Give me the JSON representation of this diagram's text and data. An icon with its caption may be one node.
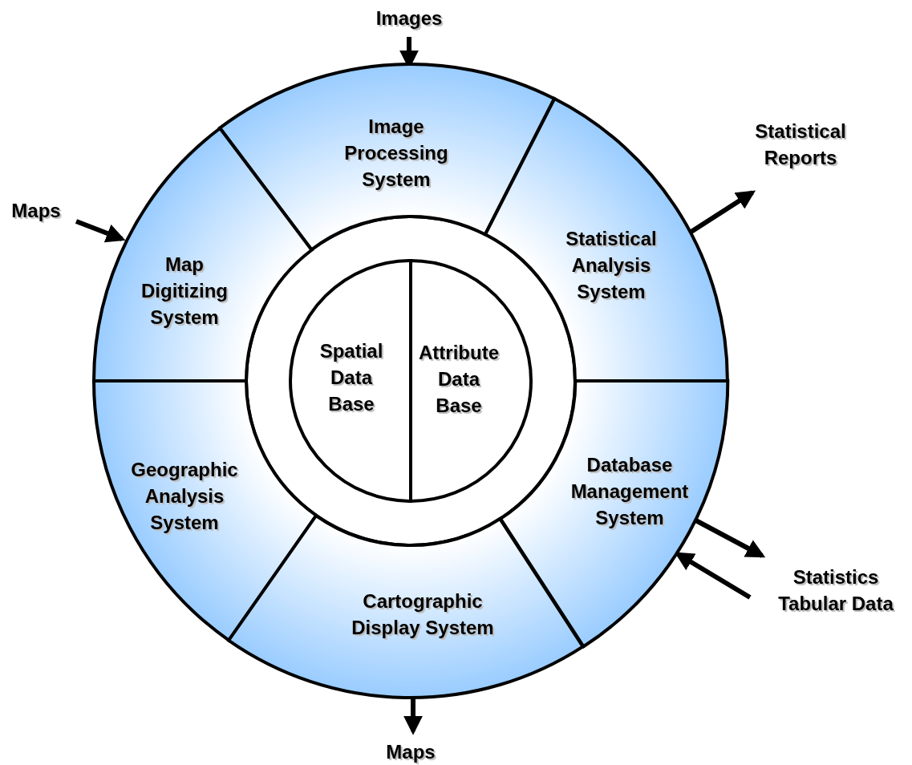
{
  "diagram": {
    "nodes": [
      {
        "text": [
          "Images"
        ]
      },
      {
        "text": [
          "Image Processing System"
        ]
      },
      {
        "text": [
          "Statistical Reports"
        ]
      },
      {
        "text": [
          "Maps"
        ]
      },
      {
        "text": [
          "Map Digitizing System"
        ]
      },
      {
        "text": [
          "Statistical Analysis System"
        ]
      },
      {
        "text": [
          "Spatial Data Base"
        ]
      },
      {
        "text": [
          "Attribute Data Base"
        ]
      },
      {
        "text": [
          "Geographic Analysis System"
        ]
      },
      {
        "text": [
          "Database Management System"
        ]
      },
      {
        "text": [
          "Statistics Tabular Data"
        ]
      },
      {
        "text": [
          "Cartographic Display System"
        ]
      },
      {
        "text": [
          "Maps"
        ]
      }
    ],
    "edges": [
      {
        "from": 0,
        "to": 1,
        "arrow": "to"
      },
      {
        "from": 5,
        "to": 2,
        "arrow": "to"
      },
      {
        "from": 3,
        "to": 4,
        "arrow": "to"
      },
      {
        "from": 9,
        "to": 10,
        "arrow": "to"
      },
      {
        "from": 10,
        "to": 9,
        "arrow": "to"
      },
      {
        "from": 11,
        "to": 12,
        "arrow": "to"
      }
    ]
  }
}
